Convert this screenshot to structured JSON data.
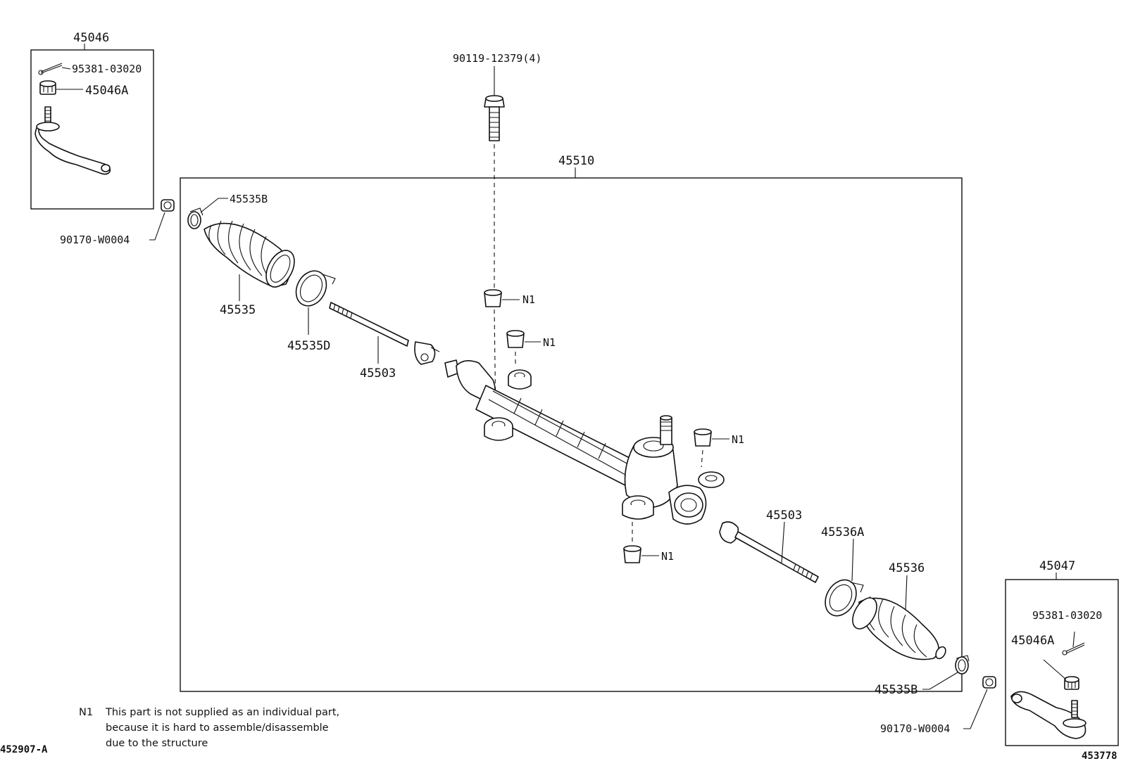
{
  "labels": {
    "tie_end_left_assy": "45046",
    "cotter_pin_left": "95381-03020",
    "nut_left": "45046A",
    "bolt": "90119-12379(4)",
    "rack_assy": "45510",
    "clip_left": "45535B",
    "nut_90170_left": "90170-W0004",
    "boot_left": "45535",
    "clamp_left": "45535D",
    "rack_end_left": "45503",
    "bushing_n1_a": "N1",
    "bushing_n1_b": "N1",
    "bushing_n1_c": "N1",
    "bushing_n1_d": "N1",
    "rack_end_right": "45503",
    "clamp_right": "45536A",
    "boot_right": "45536",
    "clip_right": "45535B",
    "nut_90170_right": "90170-W0004",
    "tie_end_right_assy": "45047",
    "cotter_pin_right": "95381-03020",
    "nut_right": "45046A"
  },
  "footnote": {
    "mark": "N1",
    "line1": "This part is not supplied as an individual part,",
    "line2": "because it is hard to assemble/disassemble",
    "line3": "due to the structure"
  },
  "codes": {
    "left": "452907-A",
    "right": "453778"
  }
}
